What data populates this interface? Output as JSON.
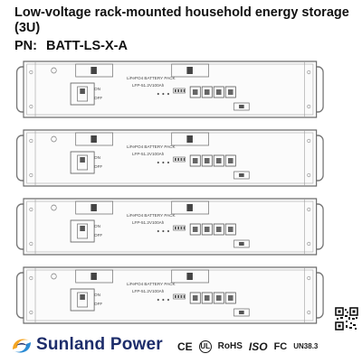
{
  "header": {
    "title": "Low-voltage rack-mounted household energy storage (3U)",
    "pn_label": "PN:",
    "pn_value": "BATT-LS-X-A"
  },
  "packs": [
    {
      "label_1": "LiFePO4 BATTERY PACK",
      "label_2": "LFP-51.2V100Ah",
      "switch_on": "ON",
      "switch_off": "OFF"
    },
    {
      "label_1": "LiFePO4 BATTERY PACK",
      "label_2": "LFP-51.2V100Ah",
      "switch_on": "ON",
      "switch_off": "OFF"
    },
    {
      "label_1": "LiFePO4 BATTERY PACK",
      "label_2": "LFP-51.2V100Ah",
      "switch_on": "ON",
      "switch_off": "OFF"
    },
    {
      "label_1": "LiFePO4 BATTERY PACK",
      "label_2": "LFP-51.2V100Ah",
      "switch_on": "ON",
      "switch_off": "OFF"
    }
  ],
  "footer": {
    "brand": "Sunland Power",
    "certifications": [
      "CE",
      "UL",
      "RoHS",
      "ISO",
      "FC",
      "UN38.3"
    ],
    "logo_icon": "sunland-swirl-logo-icon",
    "qr_icon": "qr-code-icon",
    "brand_color": "#1d2d6b",
    "logo_colors": [
      "#f5a623",
      "#2a8bd4"
    ]
  }
}
